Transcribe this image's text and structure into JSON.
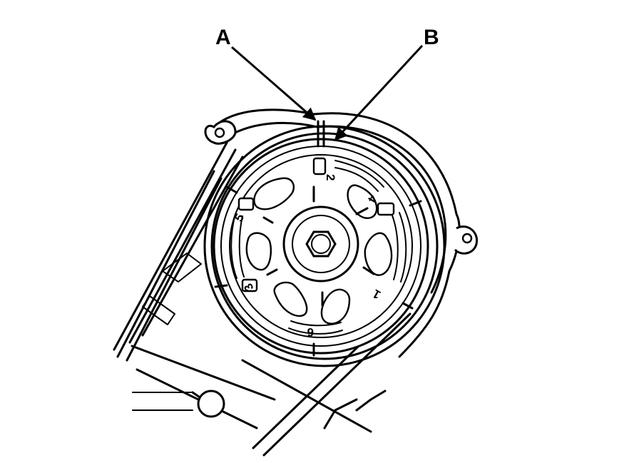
{
  "callouts": {
    "a": "A",
    "b": "B"
  },
  "pulley_marks": {
    "m1": "1",
    "m2": "2",
    "m3": "3",
    "m4": "4",
    "m5": "5",
    "m6": "6"
  },
  "colors": {
    "line": "#000000",
    "background": "#ffffff"
  }
}
